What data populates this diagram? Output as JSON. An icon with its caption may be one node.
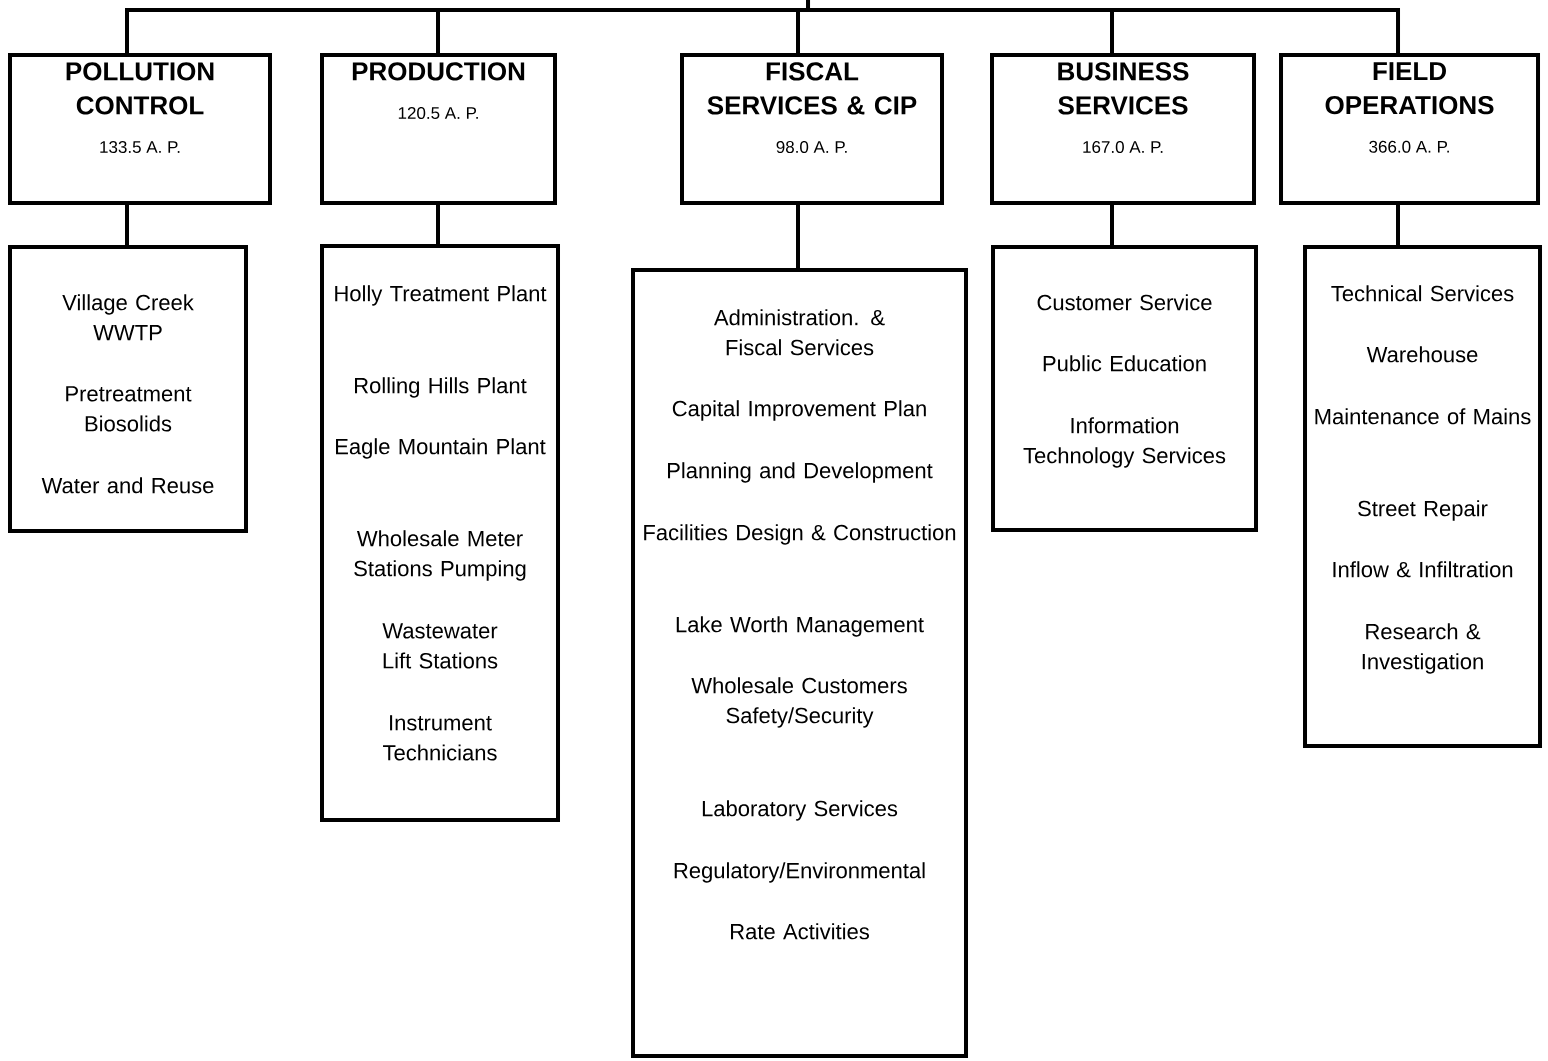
{
  "diagram": {
    "nodes": [
      {
        "text": [
          "POLLUTION CONTROL",
          "133.5 A. P."
        ]
      },
      {
        "text": [
          "PRODUCTION",
          "120.5 A. P."
        ]
      },
      {
        "text": [
          "FISCAL SERVICES & CIP",
          "98.0 A. P."
        ]
      },
      {
        "text": [
          "BUSINESS SERVICES",
          "167.0 A. P."
        ]
      },
      {
        "text": [
          "FIELD OPERATIONS",
          "366.0 A. P."
        ]
      },
      {
        "text": [
          "Village Creek WWTP",
          "Pretreatment Biosolids",
          "Water and Reuse"
        ]
      },
      {
        "text": [
          "Holly Treatment Plant",
          "Rolling Hills Plant",
          "Eagle Mountain Plant",
          "Wholesale Meter Stations Pumping",
          "Wastewater Lift Stations",
          "Instrument Technicians"
        ]
      },
      {
        "text": [
          "Administration. & Fiscal Services",
          "Capital Improvement Plan",
          "Planning and Development",
          "Facilities Design & Construction",
          "Lake Worth Management",
          "Wholesale Customers Safety/Security",
          "Laboratory Services",
          "Regulatory/Environmental",
          "Rate Activities"
        ]
      },
      {
        "text": [
          "Customer Service",
          "Public Education",
          "Information Technology Services"
        ]
      },
      {
        "text": [
          "Technical Services",
          "Warehouse",
          "Maintenance of Mains",
          "Street Repair",
          "Inflow & Infiltration",
          "Research & Investigation"
        ]
      }
    ],
    "edges": [
      {
        "from": null,
        "to": 0,
        "arrow": "none"
      },
      {
        "from": null,
        "to": 1,
        "arrow": "none"
      },
      {
        "from": null,
        "to": 2,
        "arrow": "none"
      },
      {
        "from": null,
        "to": 3,
        "arrow": "none"
      },
      {
        "from": null,
        "to": 4,
        "arrow": "none"
      },
      {
        "from": 0,
        "to": 5,
        "arrow": "none"
      },
      {
        "from": 1,
        "to": 6,
        "arrow": "none"
      },
      {
        "from": 2,
        "to": 7,
        "arrow": "none"
      },
      {
        "from": 3,
        "to": 8,
        "arrow": "none"
      },
      {
        "from": 4,
        "to": 9,
        "arrow": "none"
      }
    ]
  }
}
